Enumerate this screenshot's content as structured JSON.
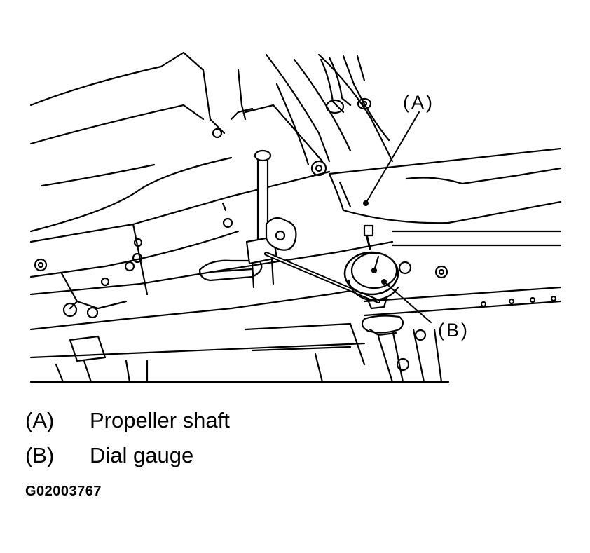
{
  "callouts": [
    {
      "key": "(A)",
      "label": "Propeller shaft"
    },
    {
      "key": "(B)",
      "label": "Dial gauge"
    }
  ],
  "figure_id": "G02003767",
  "colors": {
    "line": "#000000",
    "background": "#ffffff"
  }
}
